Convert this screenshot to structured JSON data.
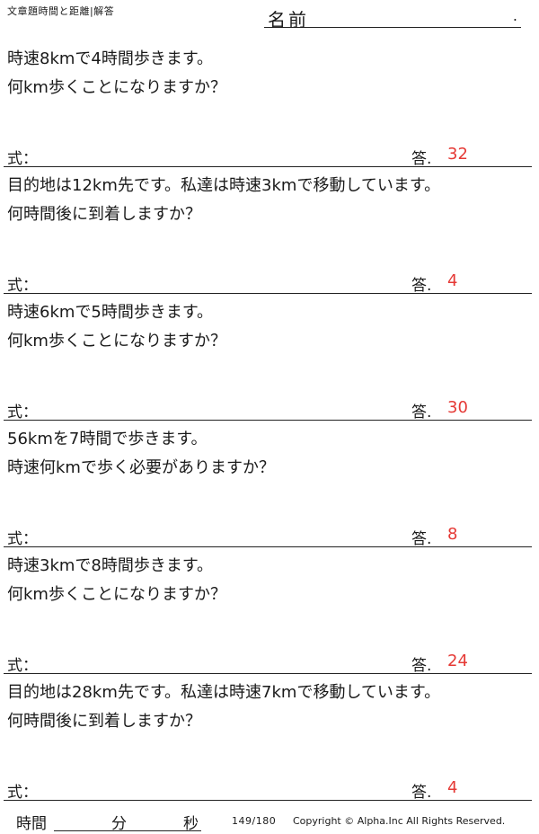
{
  "header": {
    "title": "文章題時間と距離|解答",
    "name_label": "名前",
    "name_dot": "."
  },
  "problems": [
    {
      "line1": "時速8kmで4時間歩きます。",
      "line2": "何km歩くことになりますか？",
      "formula_label": "式：",
      "answer_label": "答.",
      "answer": "32"
    },
    {
      "line1": "目的地は12km先です。私達は時速3kmで移動しています。",
      "line2": "何時間後に到着しますか？",
      "formula_label": "式：",
      "answer_label": "答.",
      "answer": "4"
    },
    {
      "line1": "時速6kmで5時間歩きます。",
      "line2": "何km歩くことになりますか？",
      "formula_label": "式：",
      "answer_label": "答.",
      "answer": "30"
    },
    {
      "line1": "56kmを7時間で歩きます。",
      "line2": "時速何kmで歩く必要がありますか？",
      "formula_label": "式：",
      "answer_label": "答.",
      "answer": "8"
    },
    {
      "line1": "時速3kmで8時間歩きます。",
      "line2": "何km歩くことになりますか？",
      "formula_label": "式：",
      "answer_label": "答.",
      "answer": "24"
    },
    {
      "line1": "目的地は28km先です。私達は時速7kmで移動しています。",
      "line2": "何時間後に到着しますか？",
      "formula_label": "式：",
      "answer_label": "答.",
      "answer": "4"
    }
  ],
  "footer": {
    "time_label": "時間",
    "minutes_label": "分",
    "seconds_label": "秒",
    "page": "149/180",
    "copyright": "Copyright © Alpha.Inc All Rights Reserved."
  },
  "colors": {
    "answer": "#e53935",
    "text": "#1a1a1a"
  }
}
